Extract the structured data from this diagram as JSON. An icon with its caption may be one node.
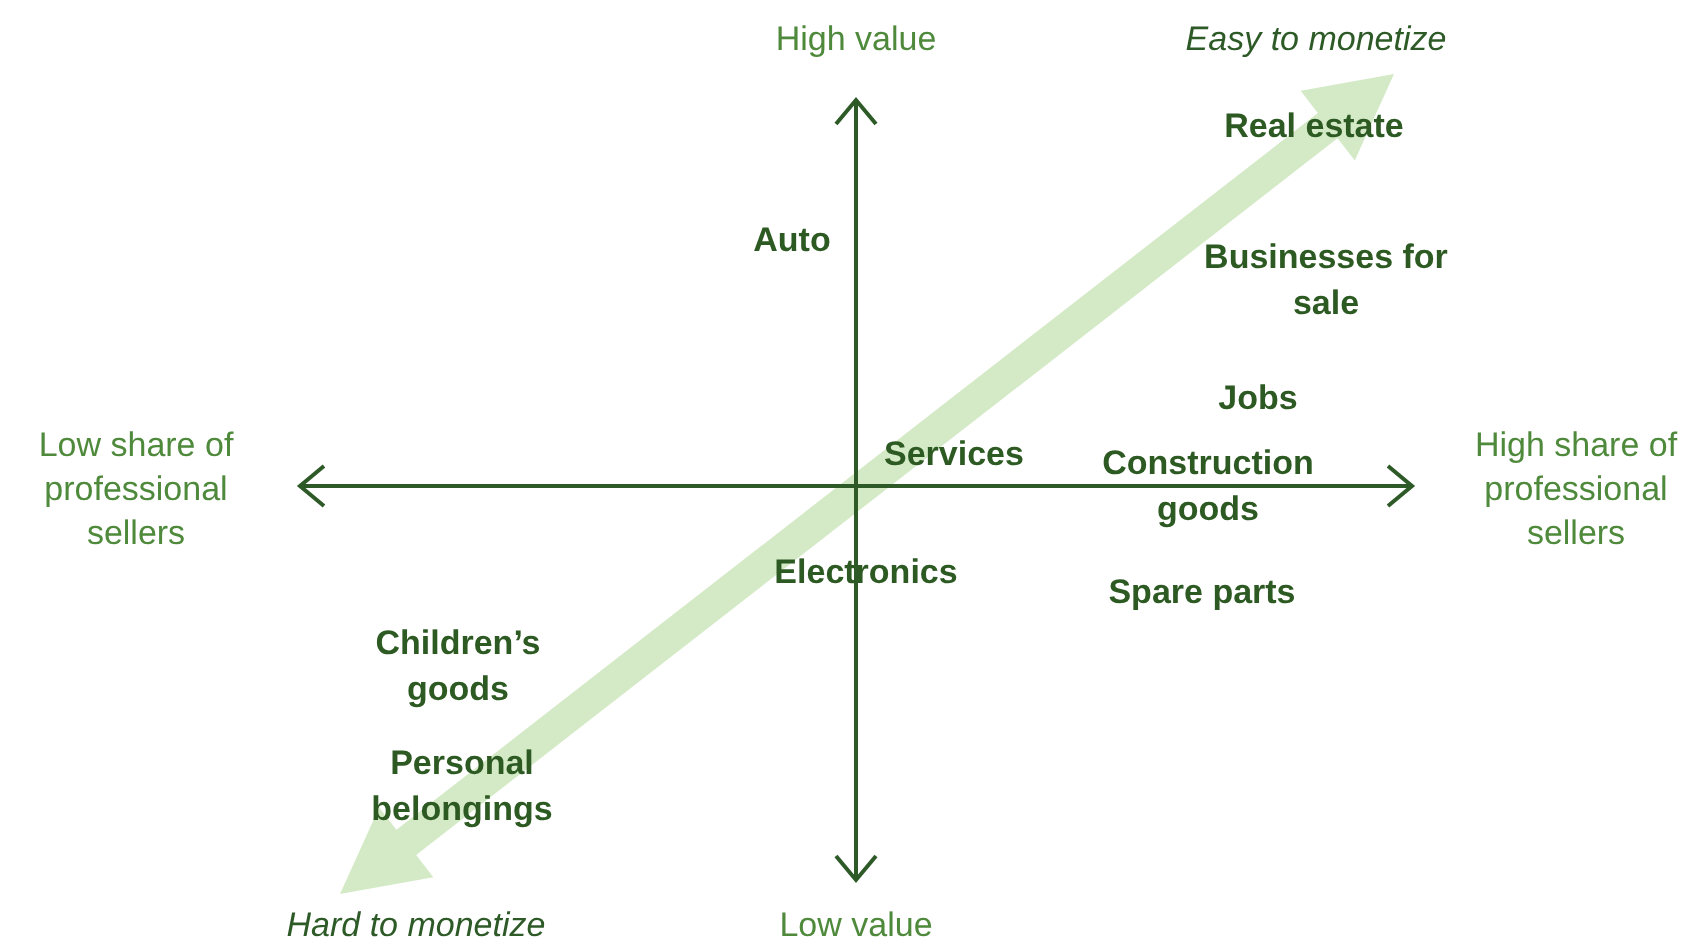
{
  "diagram": {
    "labels": [
      "High value",
      "Easy to monetize",
      "Real estate",
      "Auto",
      "Businesses for sale",
      "Low share of professional sellers",
      "Jobs",
      "Services",
      "Construction goods",
      "High share of professional sellers",
      "Electronics",
      "Spare parts",
      "Children’s goods",
      "Personal belongings",
      "Hard to monetize",
      "Low value"
    ]
  }
}
